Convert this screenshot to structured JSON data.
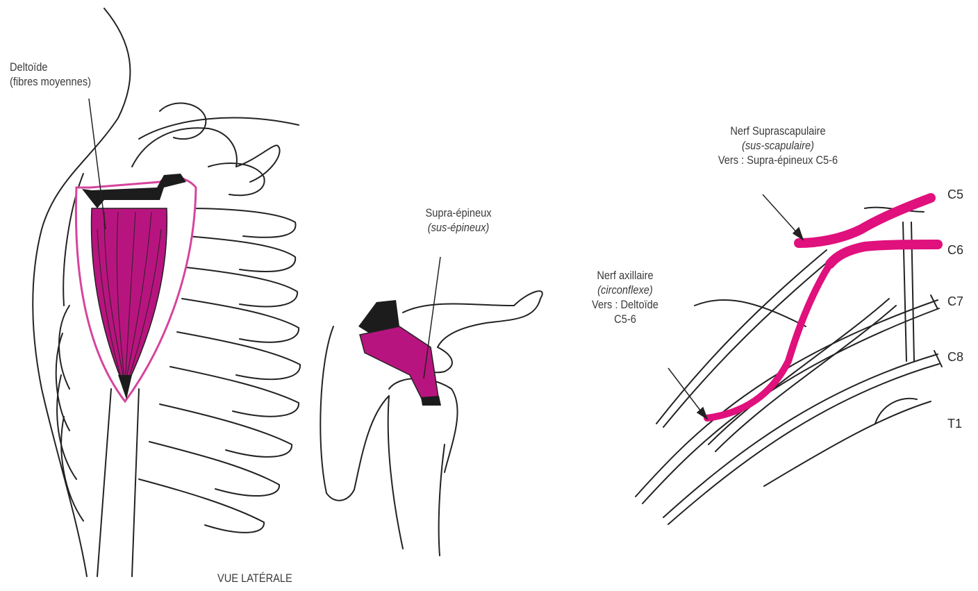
{
  "colors": {
    "muscle": "#b8147f",
    "muscle_outline": "#d6449e",
    "nerve": "#e0107d",
    "dark_fill": "#1c1c1c",
    "line": "#222222"
  },
  "labels": {
    "deltoid": {
      "line1": "Deltoïde",
      "line2": "(fibres moyennes)"
    },
    "supra": {
      "line1": "Supra-épineux",
      "line2": "(sus-épineux)"
    },
    "view": "VUE LATÉRALE",
    "suprascap_nerve": {
      "line1": "Nerf Suprascapulaire",
      "line2": "(sus-scapulaire)",
      "line3": "Vers : Supra-épineux C5-6"
    },
    "axillary_nerve": {
      "line1": "Nerf axillaire",
      "line2": "(circonflexe)",
      "line3": "Vers : Deltoïde",
      "line4": "C5-6"
    }
  },
  "roots": [
    "C5",
    "C6",
    "C7",
    "C8",
    "T1"
  ]
}
